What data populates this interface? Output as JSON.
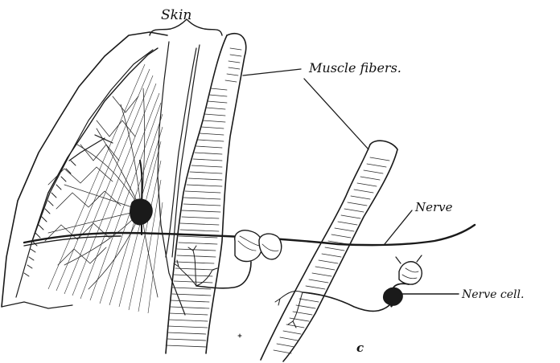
{
  "labels": {
    "skin": "Skin",
    "muscle_fibers": "Muscle fibers.",
    "nerve": "Nerve",
    "nerve_cell": "Nerve cell.",
    "letter_c": "c"
  },
  "colors": {
    "ink": "#1a1a1a",
    "paper": "#ffffff"
  }
}
